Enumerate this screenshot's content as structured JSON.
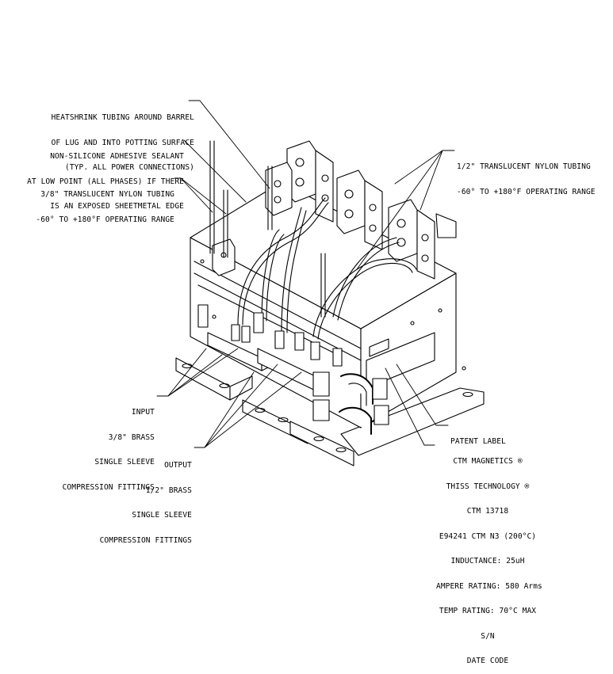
{
  "callouts": {
    "heatshrink": [
      "HEATSHRINK TUBING AROUND BARREL",
      "OF LUG AND INTO POTTING SURFACE",
      "(TYP. ALL POWER CONNECTIONS)"
    ],
    "sealant": [
      "NON-SILICONE ADHESIVE SEALANT",
      "AT LOW POINT (ALL PHASES) IF THERE",
      "IS AN EXPOSED SHEETMETAL EDGE"
    ],
    "tubing_38": [
      "3/8\" TRANSLUCENT NYLON TUBING",
      "-60° TO +180°F OPERATING RANGE"
    ],
    "tubing_12": [
      "1/2\" TRANSLUCENT NYLON TUBING",
      "-60° TO +180°F OPERATING RANGE"
    ],
    "input": [
      "INPUT",
      "3/8\" BRASS",
      "SINGLE SLEEVE",
      "COMPRESSION FITTINGS"
    ],
    "output": [
      "OUTPUT",
      "1/2\" BRASS",
      "SINGLE SLEEVE",
      "COMPRESSION FITTINGS"
    ],
    "patent_label": "PATENT LABEL",
    "product_label": [
      "CTM MAGNETICS ®",
      "THISS TECHNOLOGY ®",
      "CTM 13718",
      "E94241 CTM N3 (200°C)",
      "INDUCTANCE: 25uH",
      "AMPERE RATING: 580 Arms",
      "TEMP RATING: 70°C MAX",
      "S/N",
      "DATE CODE"
    ]
  }
}
